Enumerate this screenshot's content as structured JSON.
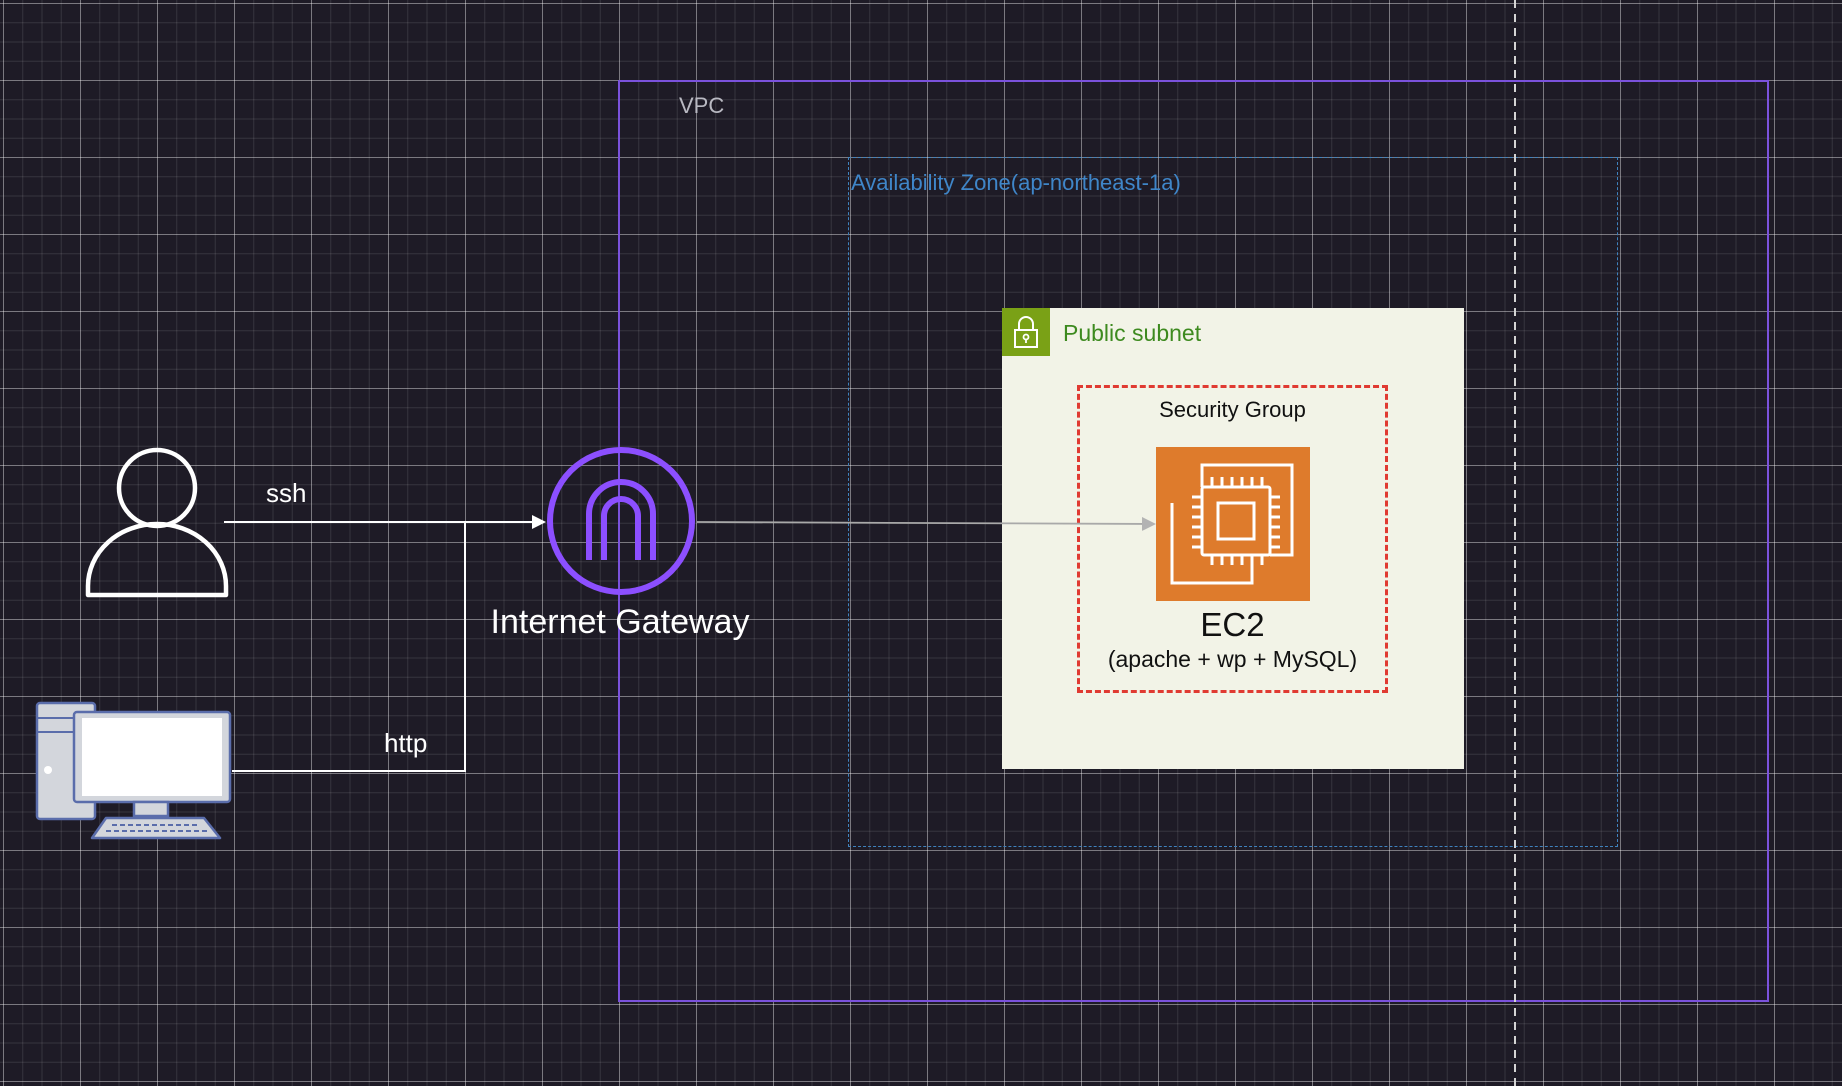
{
  "vpc": {
    "label": "VPC"
  },
  "availability_zone": {
    "label": "Availability Zone(ap-northeast-1a)"
  },
  "public_subnet": {
    "label": "Public subnet",
    "icon": "lock-icon"
  },
  "security_group": {
    "label": "Security Group"
  },
  "ec2": {
    "title": "EC2",
    "subtitle": "(apache + wp + MySQL)",
    "icon": "ec2-chip-icon"
  },
  "internet_gateway": {
    "label": "Internet Gateway",
    "icon": "internet-gateway-icon"
  },
  "connections": {
    "ssh_label": "ssh",
    "http_label": "http"
  },
  "colors": {
    "background": "#1e1b26",
    "vpc_border": "#7b52dc",
    "az_border": "#3f82bd",
    "subnet_fill": "#f2f3e7",
    "subnet_accent": "#7aa116",
    "security_group_border": "#e03a32",
    "ec2_fill": "#de7b2c",
    "igw_color": "#8c4fff"
  }
}
